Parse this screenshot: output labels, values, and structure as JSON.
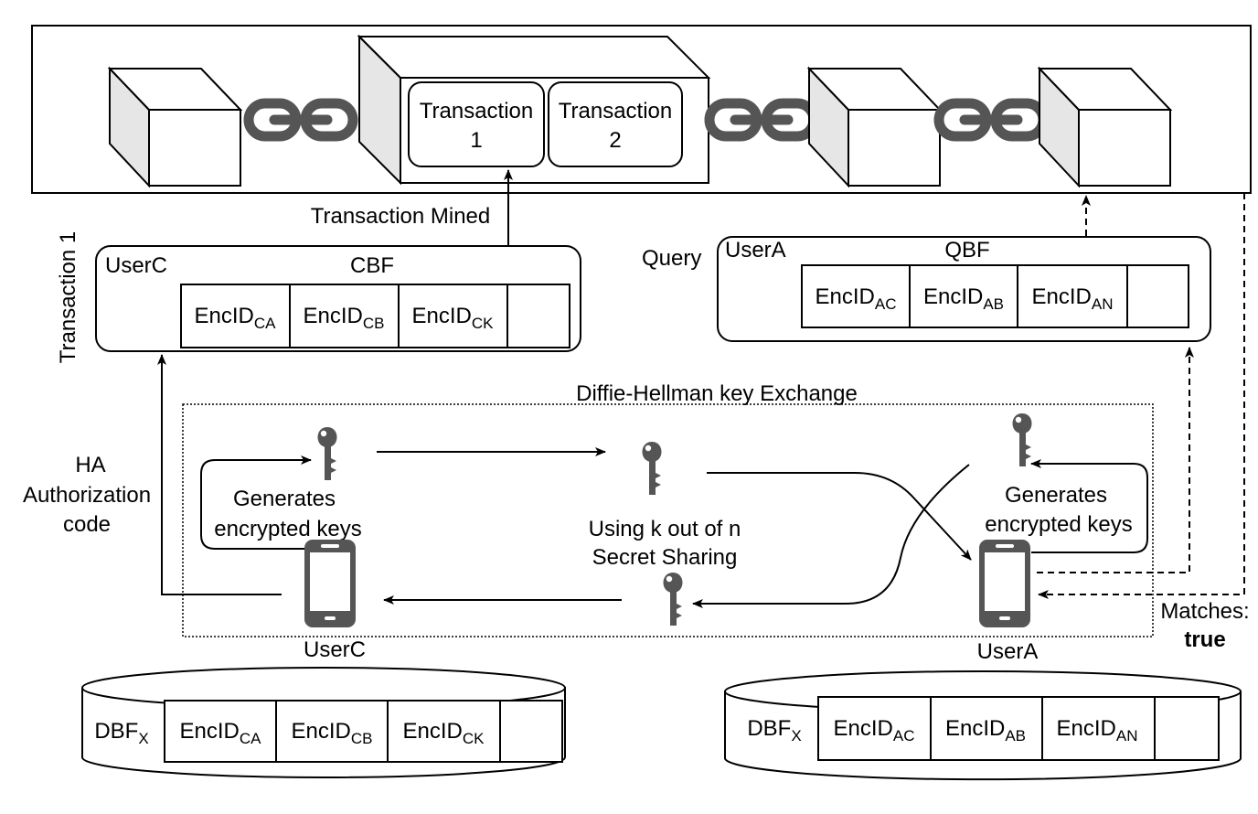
{
  "blockchain": {
    "tx1": [
      "Transaction",
      "1"
    ],
    "tx2": [
      "Transaction",
      "2"
    ]
  },
  "labels": {
    "transaction_mined": "Transaction Mined",
    "transaction1_vertical": "Transaction 1",
    "query": "Query",
    "dh": "Diffie-Hellman key Exchange",
    "ha": [
      "HA",
      "Authorization",
      "code"
    ],
    "gen_left": [
      "Generates",
      "encrypted keys"
    ],
    "gen_right": [
      "Generates",
      "encrypted keys"
    ],
    "secret": [
      "Using k out of n",
      "Secret Sharing"
    ],
    "userc_device": "UserC",
    "usera_device": "UserA",
    "matches": "Matches:",
    "matches_val": "true"
  },
  "cbf": {
    "owner": "UserC",
    "title": "CBF",
    "cells": [
      {
        "main": "EncID",
        "sub": "CA"
      },
      {
        "main": "EncID",
        "sub": "CB"
      },
      {
        "main": "EncID",
        "sub": "CK"
      }
    ]
  },
  "qbf": {
    "owner": "UserA",
    "title": "QBF",
    "cells": [
      {
        "main": "EncID",
        "sub": "AC"
      },
      {
        "main": "EncID",
        "sub": "AB"
      },
      {
        "main": "EncID",
        "sub": "AN"
      }
    ]
  },
  "dbf_left": {
    "label": {
      "main": "DBF",
      "sub": "X"
    },
    "cells": [
      {
        "main": "EncID",
        "sub": "CA"
      },
      {
        "main": "EncID",
        "sub": "CB"
      },
      {
        "main": "EncID",
        "sub": "CK"
      }
    ]
  },
  "dbf_right": {
    "label": {
      "main": "DBF",
      "sub": "X"
    },
    "cells": [
      {
        "main": "EncID",
        "sub": "AC"
      },
      {
        "main": "EncID",
        "sub": "AB"
      },
      {
        "main": "EncID",
        "sub": "AN"
      }
    ]
  }
}
